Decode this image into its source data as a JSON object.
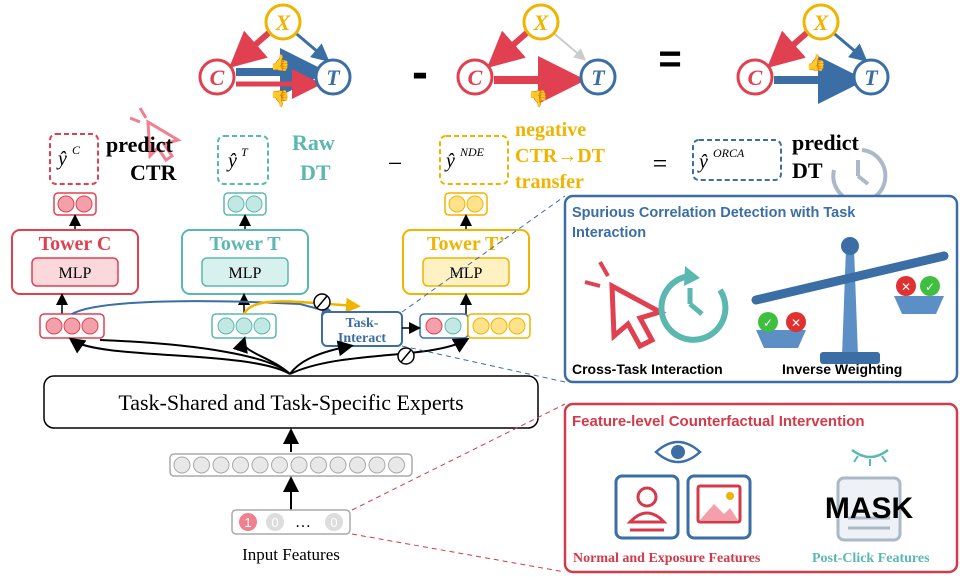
{
  "causal": {
    "nodes": {
      "x": "X",
      "c": "C",
      "t": "T"
    },
    "minus": "-",
    "equals": "="
  },
  "targets": {
    "y_c": "ŷ",
    "y_c_sup": "C",
    "predict_ctr": [
      "predict",
      "CTR"
    ],
    "y_t": "ŷ",
    "y_t_sup": "T",
    "raw_dt": [
      "Raw",
      "DT"
    ],
    "minus": "−",
    "y_nde": "ŷ",
    "y_nde_sup": "NDE",
    "negative_transfer": [
      "negative",
      "CTR→DT",
      "transfer"
    ],
    "equals": "=",
    "y_orca": "ŷ",
    "y_orca_sup": "ORCA",
    "predict_dt": [
      "predict",
      "DT"
    ]
  },
  "towers": {
    "c": {
      "title": "Tower C",
      "mlp": "MLP",
      "color": "#e04050"
    },
    "t": {
      "title": "Tower T",
      "mlp": "MLP",
      "color": "#5bb8b0"
    },
    "t2": {
      "title": "Tower T’",
      "mlp": "MLP",
      "color": "#f0b400"
    }
  },
  "task_interact": [
    "Task-",
    "Interact"
  ],
  "experts": "Task-Shared and Task-Specific Experts",
  "input": {
    "label": "Input Features",
    "tokens": [
      "1",
      "0",
      "…",
      "0"
    ]
  },
  "panel_top": {
    "title": "Spurious Correlation Detection with Task Interaction",
    "cross": "Cross-Task Interaction",
    "inverse": "Inverse Weighting",
    "color": "#3a6ea5"
  },
  "panel_bottom": {
    "title": "Feature-level Counterfactual Intervention",
    "mask": "MASK",
    "normal": "Normal and Exposure Features",
    "postclick": "Post-Click Features",
    "color": "#d33a4a"
  }
}
